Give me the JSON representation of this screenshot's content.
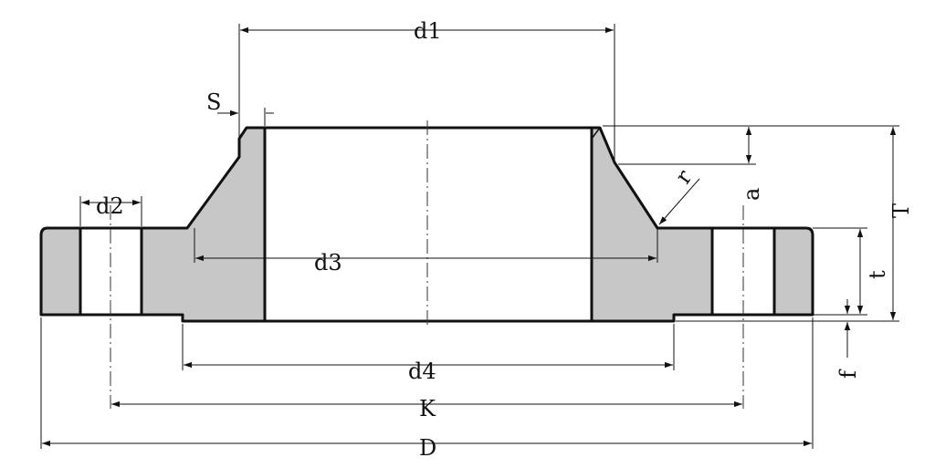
{
  "labels": {
    "d1": "d1",
    "s": "S",
    "d2": "d2",
    "d3": "d3",
    "d4": "d4",
    "k": "K",
    "d": "D",
    "r": "r",
    "a": "a",
    "t": "t",
    "T": "T",
    "f": "f"
  },
  "colors": {
    "section_fill": "#c7c7c7",
    "line": "#111111",
    "background": "#ffffff"
  }
}
